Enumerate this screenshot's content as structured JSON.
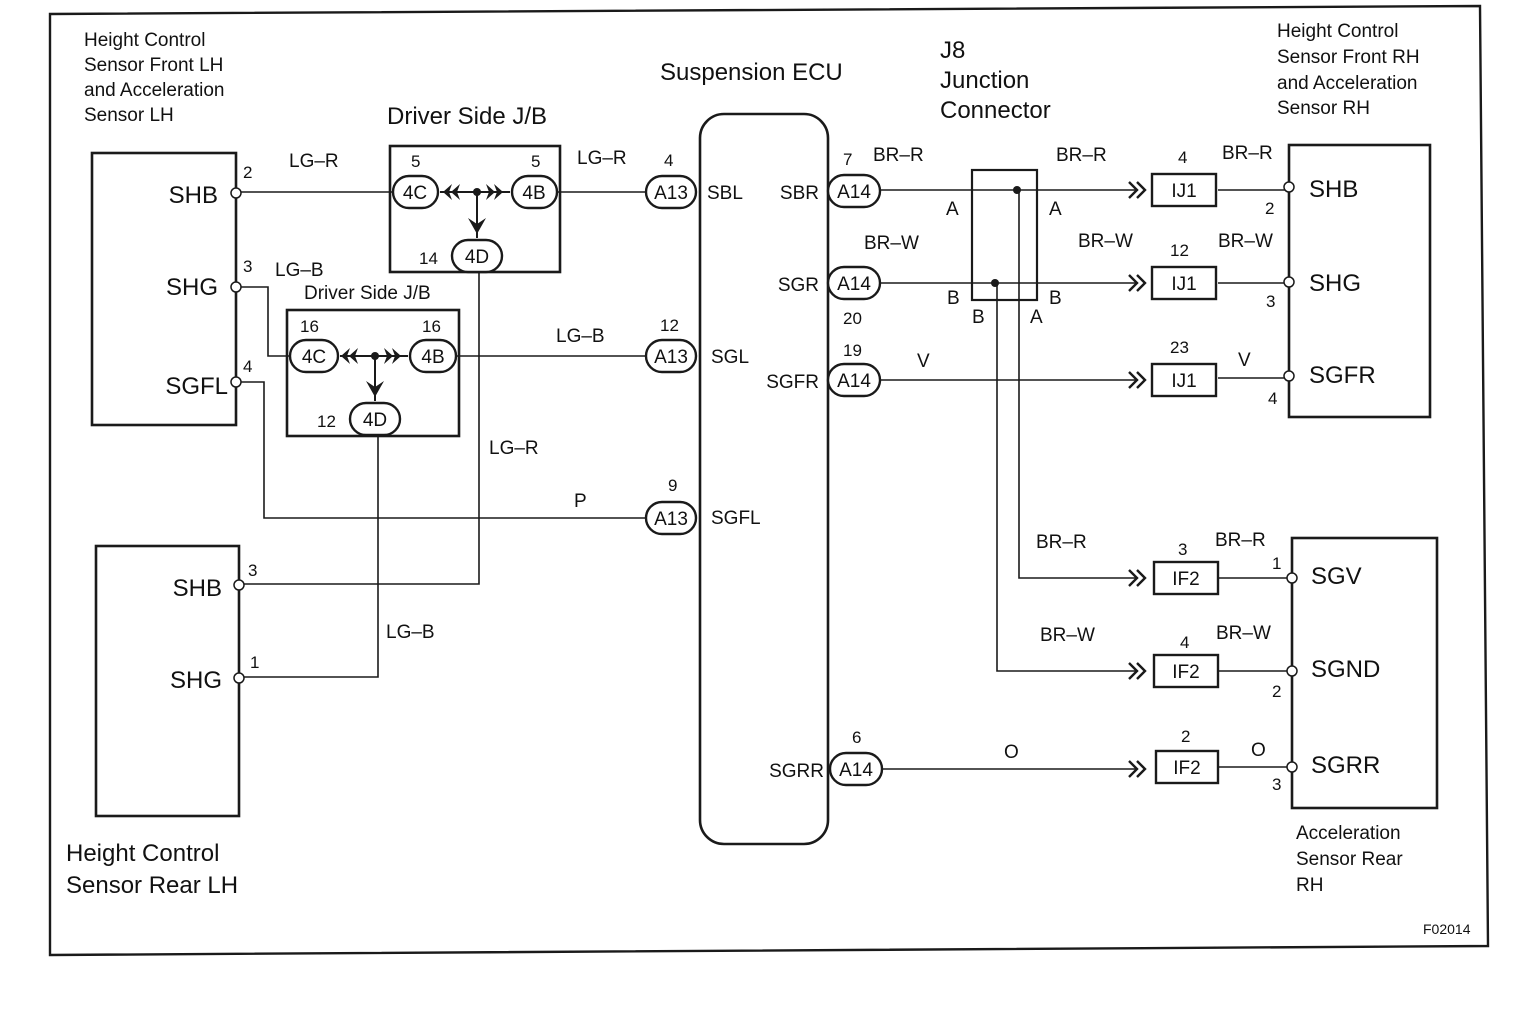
{
  "figure_code": "F02014",
  "components": {
    "front_lh": {
      "lines": [
        "Height Control",
        "Sensor Front LH",
        "and  Acceleration",
        "Sensor LH"
      ],
      "pins": {
        "shb": "SHB",
        "shg": "SHG",
        "sgfl": "SGFL"
      }
    },
    "rear_lh": {
      "lines": [
        "Height Control",
        "Sensor Rear LH"
      ],
      "pins": {
        "shb": "SHB",
        "shg": "SHG"
      }
    },
    "ecu": {
      "title": "Suspension ECU",
      "pins": {
        "sbl": "SBL",
        "sgl": "SGL",
        "sgfl": "SGFL",
        "sbr": "SBR",
        "sgr": "SGR",
        "sgfr": "SGFR",
        "sgrr": "SGRR"
      }
    },
    "junction": {
      "lines": [
        "J8",
        "Junction",
        "Connector"
      ],
      "terminals": {
        "a_left": "A",
        "a_right": "A",
        "b_left": "B",
        "b_right": "B",
        "b_bottom": "B",
        "a_bottom": "A"
      }
    },
    "front_rh": {
      "lines": [
        "Height Control",
        "Sensor Front RH",
        "and  Acceleration",
        "Sensor RH"
      ],
      "pins": {
        "shb": "SHB",
        "shg": "SHG",
        "sgfr": "SGFR"
      }
    },
    "rear_rh": {
      "lines": [
        "Acceleration",
        "Sensor Rear",
        "RH"
      ],
      "pins": {
        "sgv": "SGV",
        "sgnd": "SGND",
        "sgrr": "SGRR"
      }
    }
  },
  "junction_blocks": {
    "jb_top": {
      "title": "Driver Side J/B",
      "connectors": {
        "c4c": "4C",
        "c4b": "4B",
        "c4d": "4D"
      },
      "pins": {
        "p4c": "5",
        "p4b": "5",
        "p4d": "14"
      }
    },
    "jb_bottom": {
      "title": "Driver Side J/B",
      "connectors": {
        "c4c": "4C",
        "c4b": "4B",
        "c4d": "4D"
      },
      "pins": {
        "p4c": "16",
        "p4b": "16",
        "p4d": "12"
      }
    }
  },
  "connectors": {
    "a13_sbl": {
      "label": "A13",
      "pin": "4"
    },
    "a13_sgl": {
      "label": "A13",
      "pin": "12"
    },
    "a13_sgfl": {
      "label": "A13",
      "pin": "9"
    },
    "a14_sbr": {
      "label": "A14",
      "pin": "7"
    },
    "a14_sgr": {
      "label": "A14",
      "pin": "20"
    },
    "a14_sgfr": {
      "label": "A14",
      "pin": "19"
    },
    "a14_sgrr": {
      "label": "A14",
      "pin": "6"
    },
    "ij1_shb": {
      "label": "IJ1",
      "pin": "4"
    },
    "ij1_shg": {
      "label": "IJ1",
      "pin": "12"
    },
    "ij1_sgfr": {
      "label": "IJ1",
      "pin": "23"
    },
    "if2_sgv": {
      "label": "IF2",
      "pin": "3"
    },
    "if2_sgnd": {
      "label": "IF2",
      "pin": "4"
    },
    "if2_sgrr": {
      "label": "IF2",
      "pin": "2"
    }
  },
  "pin_numbers": {
    "flh_shb": "2",
    "flh_shg": "3",
    "flh_sgfl": "4",
    "rlh_shb": "3",
    "rlh_shg": "1",
    "frh_shb": "2",
    "frh_shg": "3",
    "frh_sgfr": "4",
    "rrh_sgv": "1",
    "rrh_sgnd": "2",
    "rrh_sgrr": "3"
  },
  "wire_colors": {
    "flh_shb": "LG–R",
    "flh_shg": "LG–B",
    "jb_sbl": "LG–R",
    "jb_sgl": "LG–B",
    "sgfl": "P",
    "rlh_shb": "LG–R",
    "rlh_shg": "LG–B",
    "sbr": "BR–R",
    "sgr": "BR–W",
    "sgfr": "V",
    "j8_shb": "BR–R",
    "j8_shg": "BR–W",
    "ij1_shb": "BR–R",
    "ij1_shg": "BR–W",
    "ij1_sgfr": "V",
    "j8_sgv": "BR–R",
    "j8_sgnd": "BR–W",
    "if2_sgv": "BR–R",
    "if2_sgnd": "BR–W",
    "sgrr": "O",
    "if2_sgrr": "O"
  }
}
